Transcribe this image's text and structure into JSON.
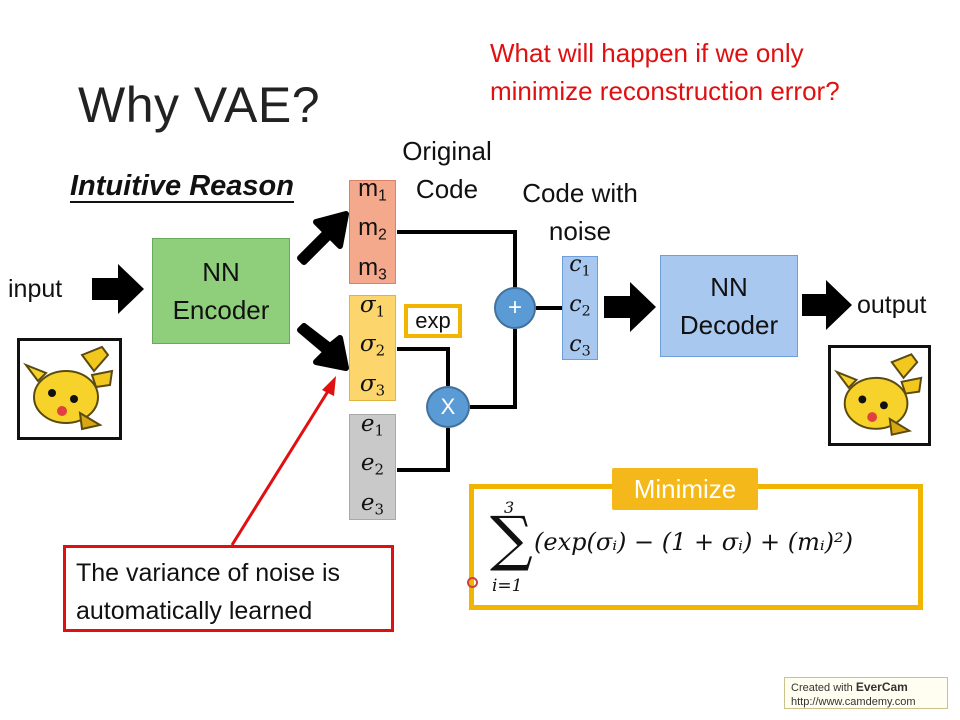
{
  "title": "Why VAE?",
  "question": {
    "line1": "What will happen if we only",
    "line2": "minimize reconstruction error?"
  },
  "intuitive_reason": "Intuitive Reason",
  "labels": {
    "input": "input",
    "output": "output",
    "original_code_line1": "Original",
    "original_code_line2": "Code",
    "code_noise_line1": "Code with",
    "code_noise_line2": "noise"
  },
  "encoder": {
    "line1": "NN",
    "line2": "Encoder"
  },
  "decoder": {
    "line1": "NN",
    "line2": "Decoder"
  },
  "m_vector": {
    "base": "m",
    "subs": [
      "1",
      "2",
      "3"
    ]
  },
  "sigma_vector": {
    "base": "σ",
    "subs": [
      "1",
      "2",
      "3"
    ]
  },
  "e_vector": {
    "base": "e",
    "subs": [
      "1",
      "2",
      "3"
    ]
  },
  "c_vector": {
    "base": "c",
    "subs": [
      "1",
      "2",
      "3"
    ]
  },
  "ops": {
    "exp": "exp",
    "plus": "+",
    "times": "X"
  },
  "note": {
    "line1": "The variance of noise is",
    "line2": "automatically learned"
  },
  "minimize": {
    "label": "Minimize",
    "sum_upper": "3",
    "sum_lower": "i=1",
    "expression": "(exp(σᵢ) − (1 + σᵢ) + (mᵢ)²)"
  },
  "watermark": {
    "line1_prefix": "Created with ",
    "brand": "EverCam",
    "line2": "http://www.camdemy.com"
  },
  "colors": {
    "red": "#e01010",
    "encoder_green": "#8fcf7b",
    "decoder_blue": "#a9c8ef",
    "m_salmon": "#f4a98d",
    "sigma_yellow": "#fcd56c",
    "e_gray": "#c9c9c9",
    "op_circle_blue": "#5b9bd5",
    "gold": "#f1b400"
  }
}
